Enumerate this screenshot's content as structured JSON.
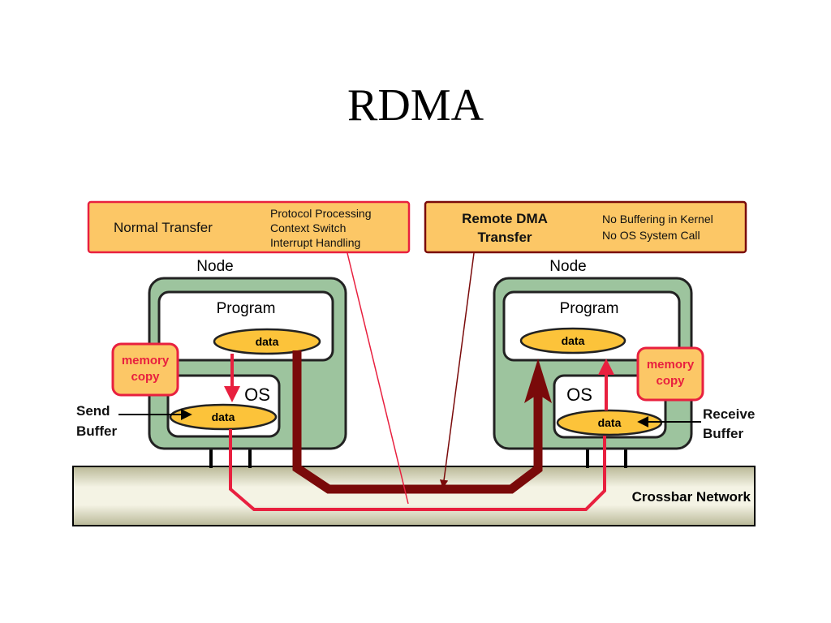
{
  "slide": {
    "title": "RDMA"
  },
  "callouts": {
    "normal": {
      "label": "Normal Transfer",
      "items": [
        "Protocol Processing",
        "Context Switch",
        "Interrupt Handling"
      ]
    },
    "remote": {
      "label_lines": [
        "Remote DMA",
        "Transfer"
      ],
      "items": [
        "No Buffering in Kernel",
        "No OS System Call"
      ]
    }
  },
  "nodes": {
    "left": {
      "title": "Node",
      "program": "Program",
      "os": "OS",
      "program_data": "data",
      "os_data": "data",
      "memcopy": [
        "memory",
        "copy"
      ],
      "buffer": [
        "Send",
        "Buffer"
      ]
    },
    "right": {
      "title": "Node",
      "program": "Program",
      "os": "OS",
      "program_data": "data",
      "os_data": "data",
      "memcopy": [
        "memory",
        "copy"
      ],
      "buffer": [
        "Receive",
        "Buffer"
      ]
    }
  },
  "network": {
    "label": "Crossbar Network"
  },
  "colors": {
    "callout_fill": "#fcc766",
    "callout_border": "#e8203f",
    "node_fill": "#9dc49e",
    "data_fill": "#fcc33a",
    "red_path": "#e8203f",
    "rdma_path": "#7a0a0a",
    "network_fill": "#e9e8cf"
  }
}
